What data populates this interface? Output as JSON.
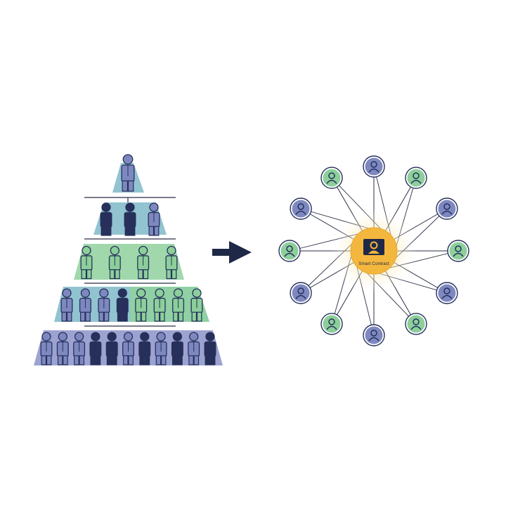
{
  "center": {
    "label": "Smart Contract",
    "color": "#f4b73e",
    "glow_color": "#fbd77a"
  },
  "colors": {
    "navy": "#26305a",
    "blue_fill": "#7e88c0",
    "green_fill": "#8ccf9a",
    "teal_tier": "#7fb8c8",
    "green_tier": "#8fd19e",
    "purple_tier": "#8c93c9",
    "line": "#2b2f45"
  },
  "pyramid": {
    "tiers": [
      {
        "people": 1,
        "styles": [
          "blue"
        ]
      },
      {
        "people": 3,
        "styles": [
          "navy",
          "navy",
          "blue"
        ]
      },
      {
        "people": 4,
        "styles": [
          "green",
          "green",
          "green",
          "green"
        ]
      },
      {
        "people": 8,
        "styles": [
          "blue",
          "blue",
          "blue",
          "navy",
          "green",
          "green",
          "green",
          "green"
        ]
      },
      {
        "people": 11,
        "styles": [
          "blue",
          "blue",
          "blue",
          "navy",
          "navy",
          "blue",
          "navy",
          "blue",
          "navy",
          "blue",
          "navy"
        ]
      }
    ]
  },
  "arrow": {
    "icon": "right-arrow-icon"
  },
  "network": {
    "nodes": [
      {
        "angle": 0,
        "style": "blue"
      },
      {
        "angle": 30,
        "style": "green"
      },
      {
        "angle": 60,
        "style": "blue"
      },
      {
        "angle": 90,
        "style": "green"
      },
      {
        "angle": 120,
        "style": "blue"
      },
      {
        "angle": 150,
        "style": "green"
      },
      {
        "angle": 180,
        "style": "blue"
      },
      {
        "angle": 210,
        "style": "green"
      },
      {
        "angle": 240,
        "style": "blue"
      },
      {
        "angle": 270,
        "style": "green"
      },
      {
        "angle": 300,
        "style": "blue"
      },
      {
        "angle": 330,
        "style": "green"
      }
    ]
  }
}
